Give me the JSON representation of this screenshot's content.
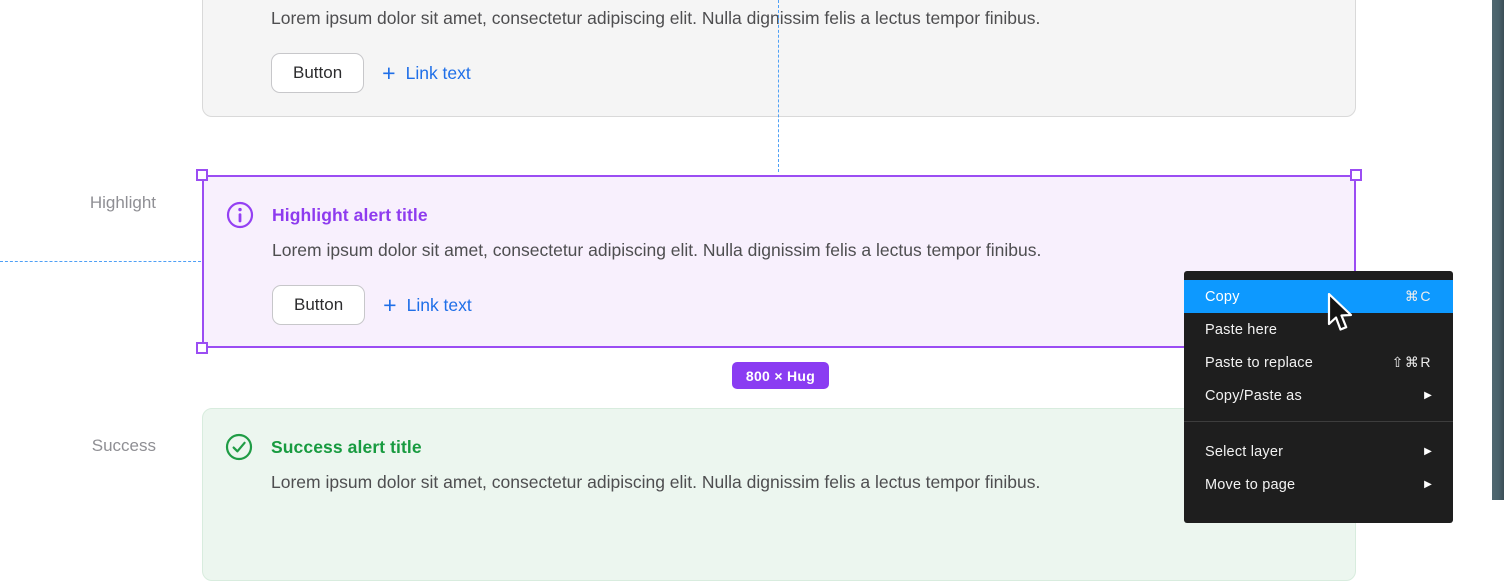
{
  "canvas": {
    "labels": {
      "highlight": "Highlight",
      "success": "Success"
    }
  },
  "alerts": {
    "neutral": {
      "body": "Lorem ipsum dolor sit amet, consectetur adipiscing elit. Nulla dignissim felis a lectus tempor finibus.",
      "button_label": "Button",
      "link_label": "Link text"
    },
    "highlight": {
      "title": "Highlight alert title",
      "body": "Lorem ipsum dolor sit amet, consectetur adipiscing elit. Nulla dignissim felis a lectus tempor finibus.",
      "button_label": "Button",
      "link_label": "Link text"
    },
    "success": {
      "title": "Success alert title",
      "body": "Lorem ipsum dolor sit amet, consectetur adipiscing elit. Nulla dignissim felis a lectus tempor finibus."
    }
  },
  "selection": {
    "size_badge": "800 × Hug"
  },
  "context_menu": {
    "items": [
      {
        "label": "Copy",
        "shortcut": "⌘C",
        "highlighted": true
      },
      {
        "label": "Paste here"
      },
      {
        "label": "Paste to replace",
        "shortcut": "⇧⌘R"
      },
      {
        "label": "Copy/Paste as",
        "submenu": true
      },
      {
        "label": "Select layer",
        "submenu": true
      },
      {
        "label": "Move to page",
        "submenu": true
      }
    ]
  },
  "icons": {
    "plus": "+",
    "submenu_arrow": "▶"
  },
  "colors": {
    "selection_purple": "#9B4DF3",
    "badge_purple": "#8A3CF2",
    "highlight_title": "#8E3BEF",
    "success_green": "#189B40",
    "link_blue": "#1F6FE8",
    "menu_highlight_blue": "#0D99FF",
    "guide_blue": "#4FA0F6",
    "menu_bg": "#1E1E1E",
    "edge_strip": "#4A626B"
  }
}
